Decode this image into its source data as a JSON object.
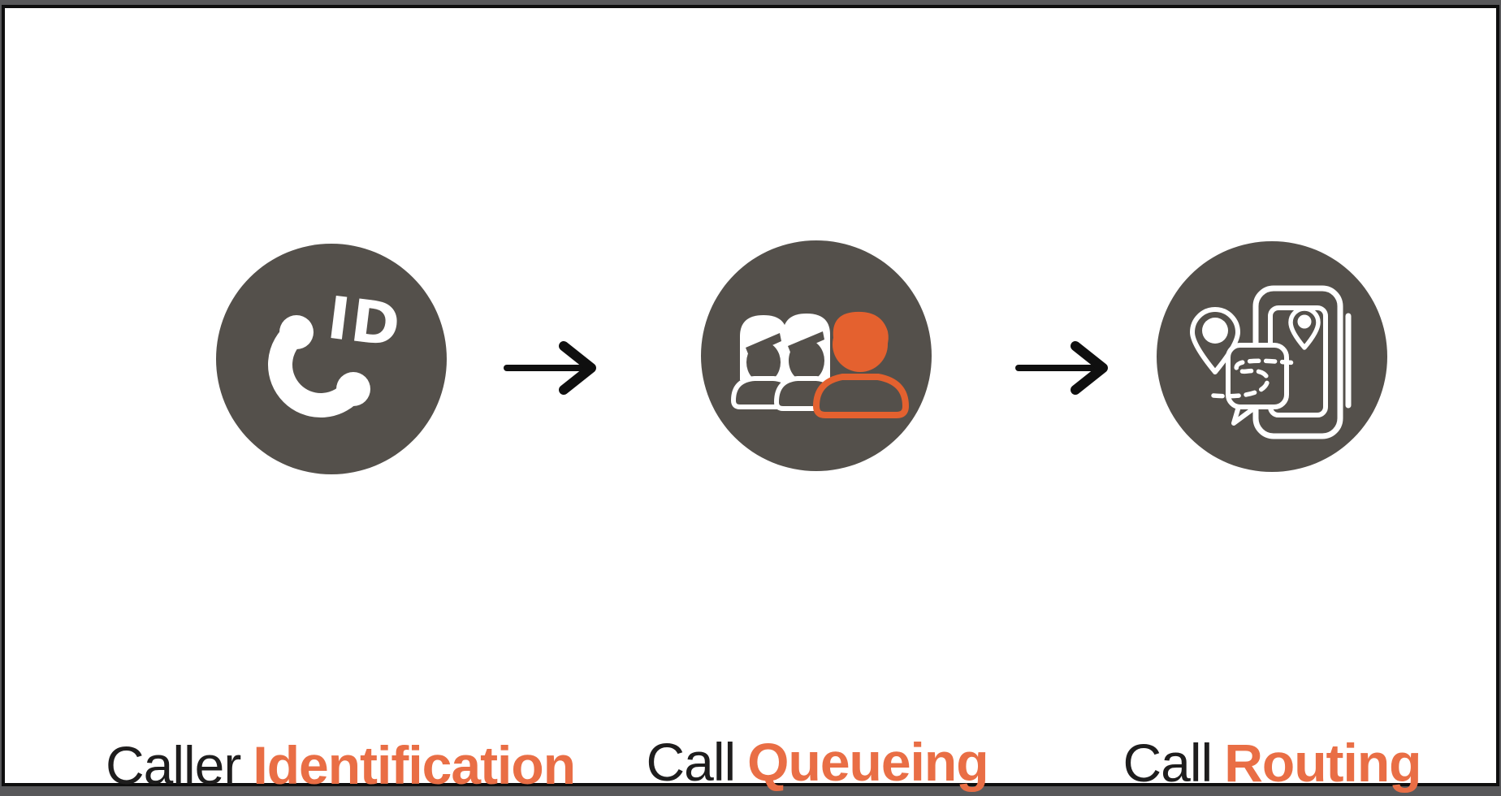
{
  "diagram": {
    "description": "Three-step call flow diagram",
    "steps": [
      {
        "id": "caller-identification",
        "icon": "caller-id-phone-icon",
        "badge_text": "ID",
        "label_plain": "Caller",
        "label_accent": "Identification"
      },
      {
        "id": "call-queueing",
        "icon": "queue-people-icon",
        "label_plain": "Call",
        "label_accent": "Queueing"
      },
      {
        "id": "call-routing",
        "icon": "routing-map-phone-icon",
        "label_plain": "Call",
        "label_accent": "Routing"
      }
    ],
    "connectors": [
      {
        "type": "arrow-right"
      },
      {
        "type": "arrow-right"
      }
    ],
    "colors": {
      "circle_background": "#54504b",
      "icon_foreground": "#ffffff",
      "accent_orange_icon": "#e4612f",
      "accent_orange_text": "#e96e45",
      "text_black": "#1e1d1d",
      "arrow_black": "#0f0f0f",
      "frame_border": "#0e0e0e",
      "frame_outer": "#58585a",
      "canvas_background": "#ffffff"
    }
  }
}
